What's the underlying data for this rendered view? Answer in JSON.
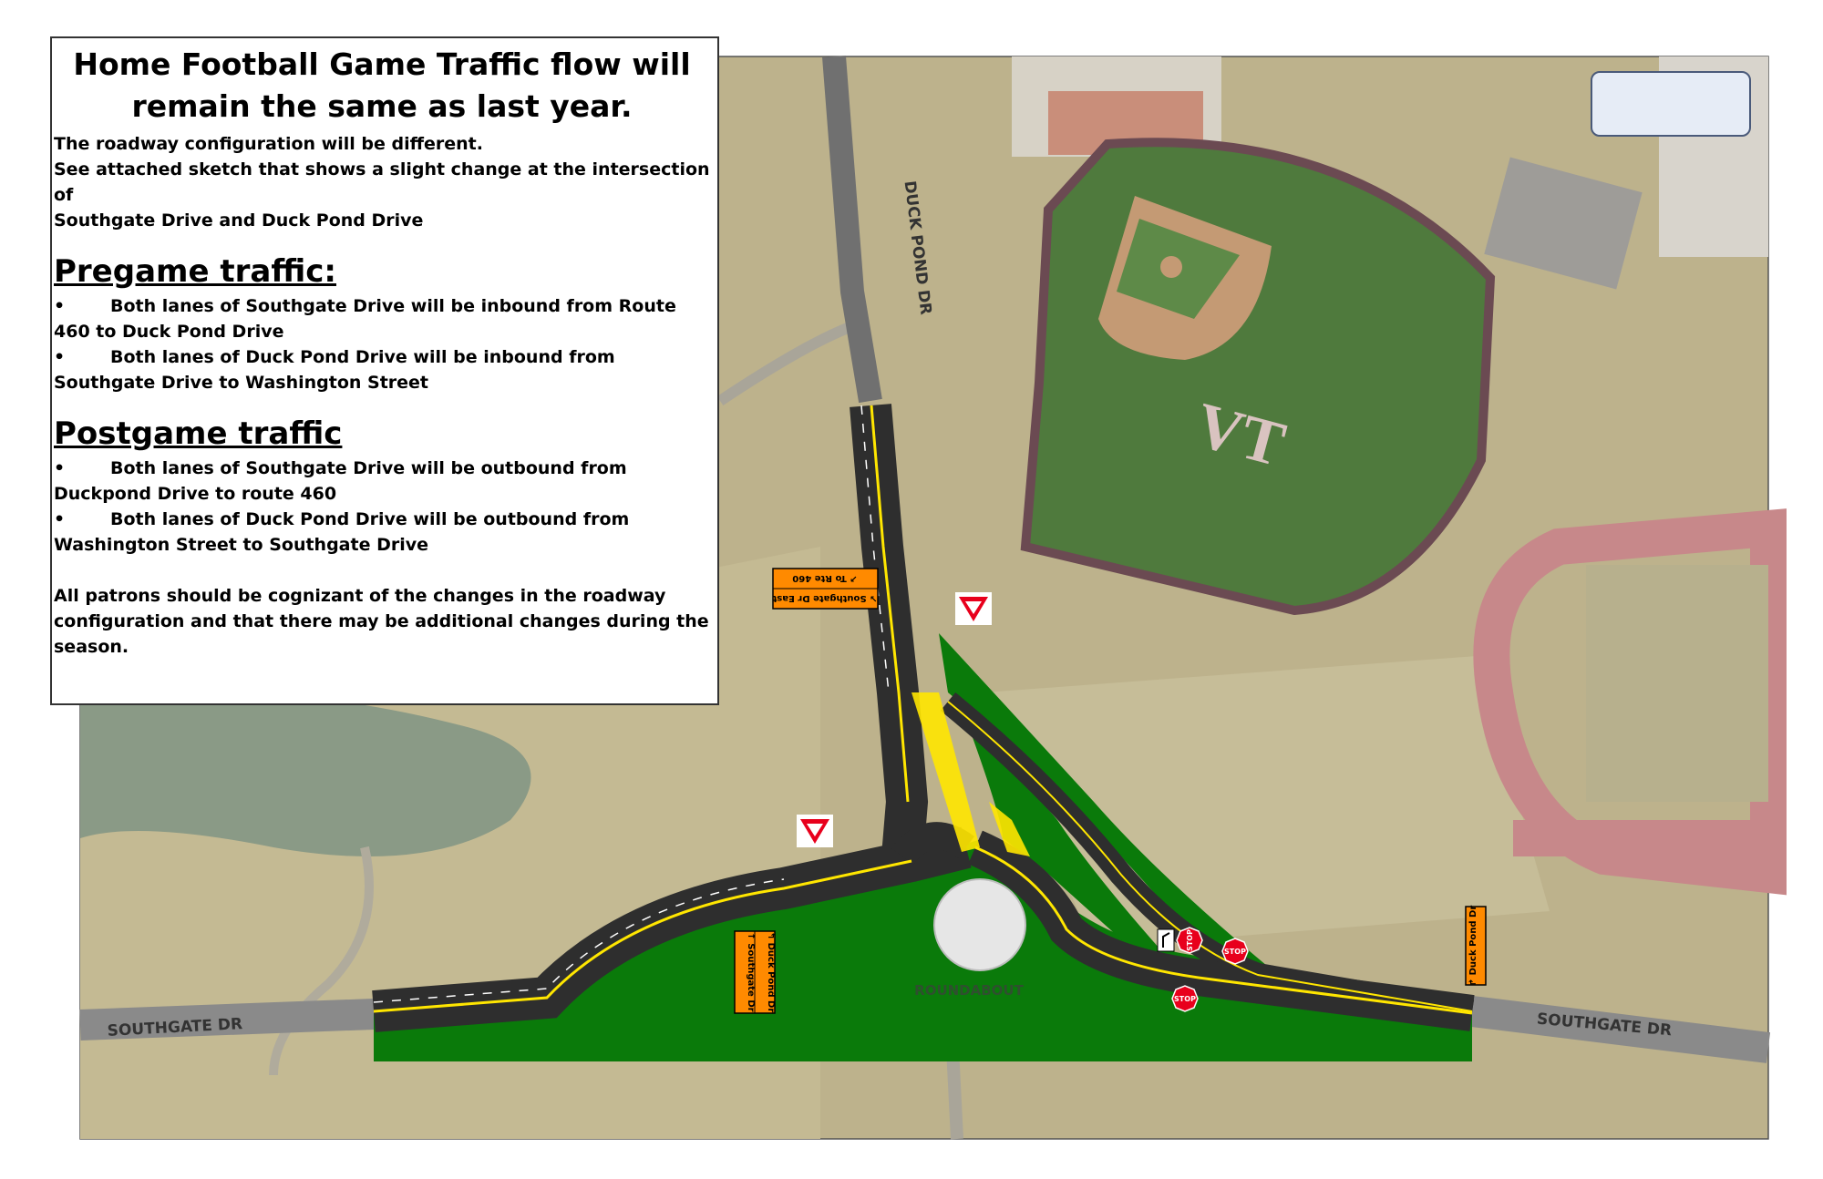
{
  "notice": {
    "title_line1": "Home Football Game Traffic flow will",
    "title_line2": "remain the same as last year.",
    "intro_line1": "The roadway configuration will be different.",
    "intro_line2": "See attached sketch that shows a slight change at the intersection of",
    "intro_line3": "Southgate Drive and Duck Pond Drive",
    "pregame_heading": "Pregame traffic:",
    "pregame_item1": "Both lanes of Southgate Drive will be inbound from Route 460 to Duck Pond Drive",
    "pregame_item2": "Both lanes of Duck Pond Drive will be inbound from Southgate Drive to Washington Street",
    "postgame_heading": "Postgame traffic",
    "postgame_item1": "Both lanes of Southgate Drive will be outbound from Duckpond Drive to route 460",
    "postgame_item2": "Both lanes of Duck Pond Drive will be outbound from Washington Street to Southgate Drive",
    "closing": "All patrons should be cognizant of the changes in the roadway configuration and that there may be additional changes during the season.",
    "bullet": "•"
  },
  "map": {
    "road_duck_pond": "DUCK POND DR",
    "road_southgate_left": "SOUTHGATE DR",
    "road_southgate_right": "SOUTHGATE DR",
    "roundabout": "ROUNDABOUT",
    "sign_to_rte460": "↗ To Rte 460",
    "sign_southgate_east": "↘ Southgate Dr East",
    "sign_duck_pond_dr": "↰ Duck Pond Dr",
    "sign_southgate_dr": "↑ Southgate Dr",
    "sign_duck_pond_right": "↱ Duck Pond Dr",
    "stop": "STOP",
    "yield": "YIELD",
    "field_logo": "VT"
  },
  "colors": {
    "grass": "#bdb28c",
    "paved_lot": "#c9c3b2",
    "road": "#2e2e2e",
    "median_green": "#0a7a0a",
    "yellow_line": "#ffe600",
    "sign_orange": "#ff8a00",
    "outfield": "#4f7a3d",
    "infield_dirt": "#c49a74",
    "track": "#c7888a"
  }
}
